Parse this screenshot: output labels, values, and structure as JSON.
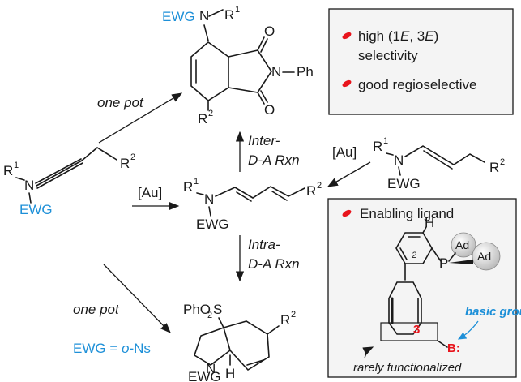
{
  "ewg": "EWG",
  "r1": "R",
  "r1_sup": "1",
  "r2": "R",
  "r2_sup": "2",
  "n_atom": "N",
  "ph": "Ph",
  "o": "O",
  "h": "H",
  "au": "[Au]",
  "one_pot": "one pot",
  "inter_line1": "Inter-",
  "inter_line2": "D-A Rxn",
  "intra_line1": "Intra-",
  "intra_line2": "D-A Rxn",
  "ewg_def": "EWG = ",
  "ewg_def_o": "o",
  "ewg_def_rest": "-Ns",
  "phso2s": "PhO",
  "phso2s_sub": "2",
  "phso2s_s": "S",
  "box1": {
    "line1": "high (1",
    "line1_e1": "E",
    "line1_mid": ", 3",
    "line1_e2": "E",
    "line1_end": ")",
    "line2": "selectivity",
    "line3": "good regioselective"
  },
  "box2": {
    "title": "Enabling ligand",
    "ad": "Ad",
    "p": "P",
    "b": "B:",
    "num2": "2",
    "num3": "3",
    "basic_group": "basic group",
    "rarely": "rarely functionalized"
  },
  "colors": {
    "accent_blue": "#1e90d8",
    "accent_red": "#e8141c",
    "box_fill": "#f4f4f4"
  }
}
